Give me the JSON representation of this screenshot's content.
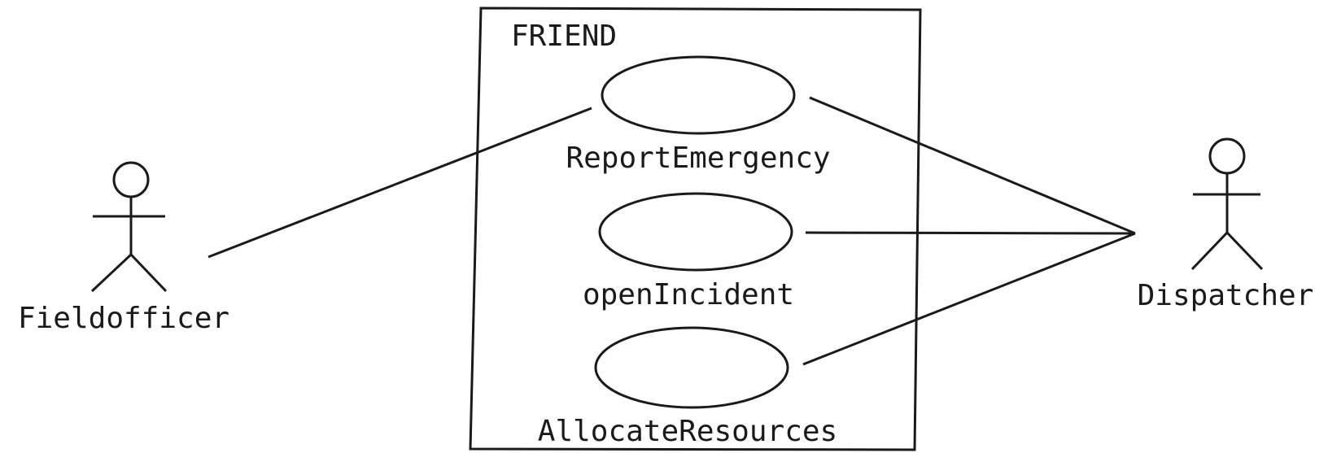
{
  "diagram": {
    "type": "uml-use-case",
    "system_name": "FRIEND",
    "actors": [
      {
        "name": "Fieldofficer"
      },
      {
        "name": "Dispatcher"
      }
    ],
    "use_cases": [
      {
        "name": "ReportEmergency"
      },
      {
        "name": "openIncident"
      },
      {
        "name": "AllocateResources"
      }
    ],
    "associations": [
      {
        "actor": "Fieldofficer",
        "use_case": "ReportEmergency"
      },
      {
        "actor": "Dispatcher",
        "use_case": "ReportEmergency"
      },
      {
        "actor": "Dispatcher",
        "use_case": "openIncident"
      },
      {
        "actor": "Dispatcher",
        "use_case": "AllocateResources"
      }
    ],
    "colors": {
      "ink": "#1a1a1a",
      "background": "#ffffff"
    }
  }
}
